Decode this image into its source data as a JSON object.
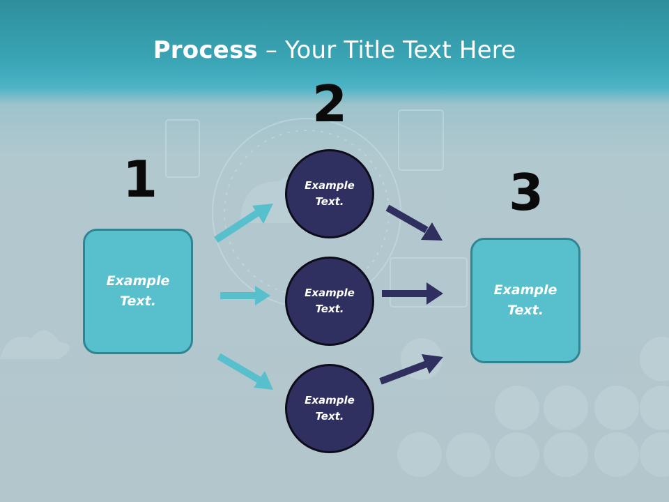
{
  "title": {
    "bold": "Process",
    "rest": " – Your Title Text Here"
  },
  "steps": [
    {
      "number": "1"
    },
    {
      "number": "2"
    },
    {
      "number": "3"
    }
  ],
  "boxes": [
    {
      "text": "Example\nText."
    },
    {
      "text": "Example\nText."
    }
  ],
  "circles": [
    {
      "text": "Example\nText."
    },
    {
      "text": "Example\nText."
    },
    {
      "text": "Example\nText."
    }
  ],
  "colors": {
    "box_fill": "#58bfcd",
    "circle_fill": "#2f2f60",
    "arrow_teal": "#58bfcd",
    "arrow_navy": "#2f2f60"
  }
}
